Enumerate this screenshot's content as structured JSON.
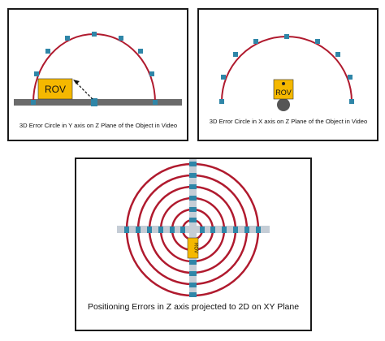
{
  "panels": {
    "y_axis": {
      "caption": "3D Error Circle in Y axis on Z Plane of the Object in Video",
      "rov_label": "ROV"
    },
    "x_axis": {
      "caption": "3D Error Circle in X axis on Z Plane of the Object in Video",
      "rov_label": "ROV"
    },
    "z_axis": {
      "caption": "Positioning Errors in Z axis projected to 2D on XY Plane",
      "rov_label": "ROV"
    }
  },
  "colors": {
    "arc": "#b01a2e",
    "marker": "#2f86a8",
    "ground": "#6b6b6b",
    "rov": "#f5b800",
    "axis_bar": "#c5cdd6",
    "border": "#1a1a1a"
  }
}
